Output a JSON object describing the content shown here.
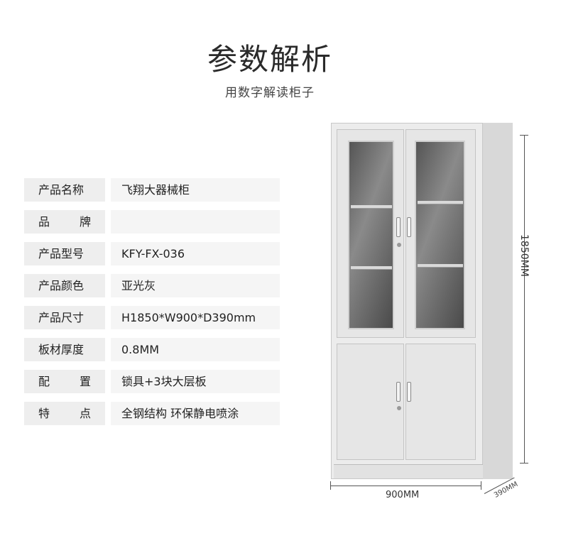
{
  "header": {
    "title": "参数解析",
    "subtitle": "用数字解读柜子"
  },
  "specs": [
    {
      "label": "产品名称",
      "value": "飞翔大器械柜"
    },
    {
      "label_left": "品",
      "label_right": "牌",
      "value": ""
    },
    {
      "label": "产品型号",
      "value": "KFY-FX-036"
    },
    {
      "label": "产品颜色",
      "value": "亚光灰"
    },
    {
      "label": "产品尺寸",
      "value": "H1850*W900*D390mm"
    },
    {
      "label": "板材厚度",
      "value": "0.8MM"
    },
    {
      "label_left": "配",
      "label_right": "置",
      "value": "锁具+3块大层板"
    },
    {
      "label_left": "特",
      "label_right": "点",
      "value": "全钢结构 环保静电喷涂"
    }
  ],
  "dimensions": {
    "height": "1850MM",
    "width": "900MM",
    "depth": "390MM"
  },
  "colors": {
    "label_bg": "#eeeeee",
    "value_bg": "#f5f5f5",
    "cabinet": "#ececec"
  }
}
